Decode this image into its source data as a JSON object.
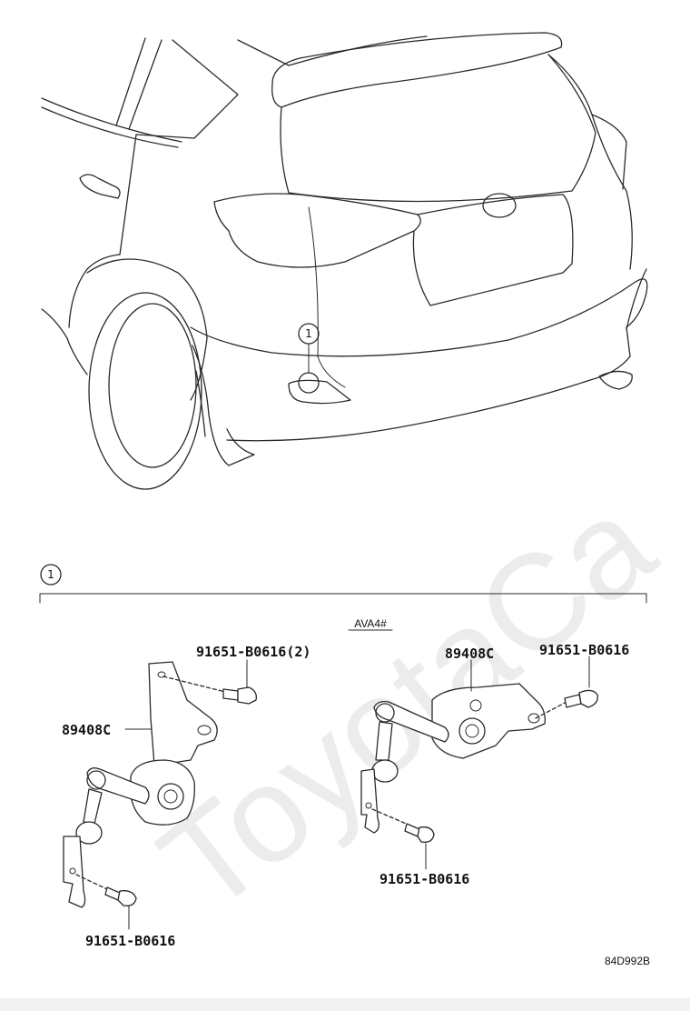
{
  "diagram": {
    "watermark": "ToyotaCa",
    "callout_number": "1",
    "variant_code": "AVA4#",
    "figure_code": "84D992B",
    "parts": {
      "left_sensor": "89408C",
      "left_bolt_upper": "91651-B0616(2)",
      "left_bolt_lower": "91651-B0616",
      "right_sensor": "89408C",
      "right_bolt_upper": "91651-B0616",
      "right_bolt_lower": "91651-B0616"
    }
  }
}
